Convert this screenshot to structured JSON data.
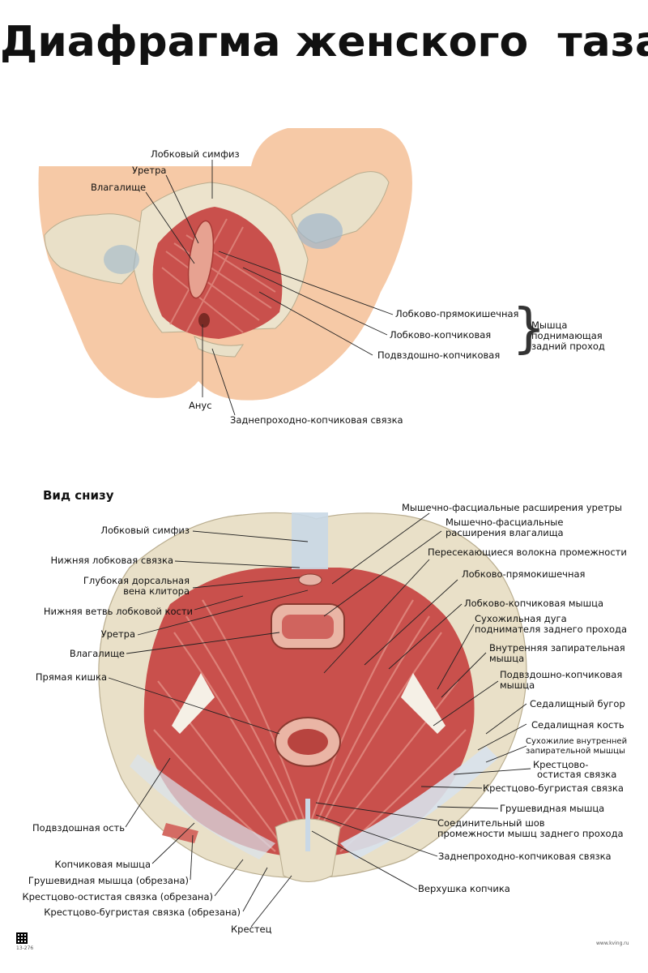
{
  "title": "Диафрагма женского  таза",
  "top": {
    "labels": {
      "symphysis": "Лобковый симфиз",
      "urethra": "Уретра",
      "vagina": "Влагалище",
      "puborectalis": "Лобково-прямокишечная",
      "pubococcygeus": "Лобково-копчиковая",
      "iliococcygeus": "Подвздошно-копчиковая",
      "anus": "Анус",
      "anococcygeal": "Заднепроходно-копчиковая связка"
    },
    "group_lines": [
      "Мышца",
      "поднимающая",
      "задний проход"
    ]
  },
  "bottom": {
    "subtitle": "Вид снизу",
    "left": {
      "symphysis": "Лобковый симфиз",
      "inf_pubic_lig": "Нижняя лобковая связка",
      "deep_dorsal_vein_1": "Глубокая дорсальная",
      "deep_dorsal_vein_2": "вена клитора",
      "inf_pubic_ramus": "Нижняя ветвь лобковой кости",
      "urethra": "Уретра",
      "vagina": "Влагалище",
      "rectum": "Прямая кишка",
      "iliac_spine": "Подвздошная ость",
      "coccygeus": "Копчиковая мышца",
      "piriformis_cut": "Грушевидная мышца (обрезана)",
      "sacrospinous_cut": "Крестцово-остистая связка (обрезана)",
      "sacrotuberous_cut": "Крестцово-бугристая связка (обрезана)",
      "sacrum": "Крестец"
    },
    "right": {
      "mf_urethra": "Мышечно-фасциальные расширения уретры",
      "mf_vagina_1": "Мышечно-фасциальные",
      "mf_vagina_2": "расширения влагалища",
      "crossing_fibers": "Пересекающиеся волокна промежности",
      "puborectalis": "Лобково-прямокишечная",
      "pubococcygeus": "Лобково-копчиковая мышца",
      "tendinous_arch_1": "Сухожильная дуга",
      "tendinous_arch_2": "поднимателя заднего прохода",
      "obturator_int_1": "Внутренняя запирательная",
      "obturator_int_2": "мышца",
      "iliococcygeus_1": "Подвздошно-копчиковая",
      "iliococcygeus_2": "мышца",
      "ischial_tuberosity": "Седалищный бугор",
      "ischium": "Седалищная кость",
      "obt_tendon_1": "Сухожилие внутренней",
      "obt_tendon_2": "запирательной мышцы",
      "sacrospinous_1": "Крестцово-",
      "sacrospinous_2": "остистая связка",
      "sacrotuberous": "Крестцово-бугристая связка",
      "piriformis": "Грушевидная мышца",
      "raphe_1": "Соединительный шов",
      "raphe_2": "промежности мышц заднего прохода",
      "anococcygeal": "Заднепроходно-копчиковая связка",
      "coccyx_tip": "Верхушка копчика"
    }
  },
  "footer": {
    "code": "13-276",
    "site": "www.kving.ru"
  },
  "colors": {
    "skin": "#f6c9a6",
    "muscle": "#c9504c",
    "muscle_light": "#e08a80",
    "bone": "#e9e0c8",
    "ligament": "#c9d8e6"
  }
}
